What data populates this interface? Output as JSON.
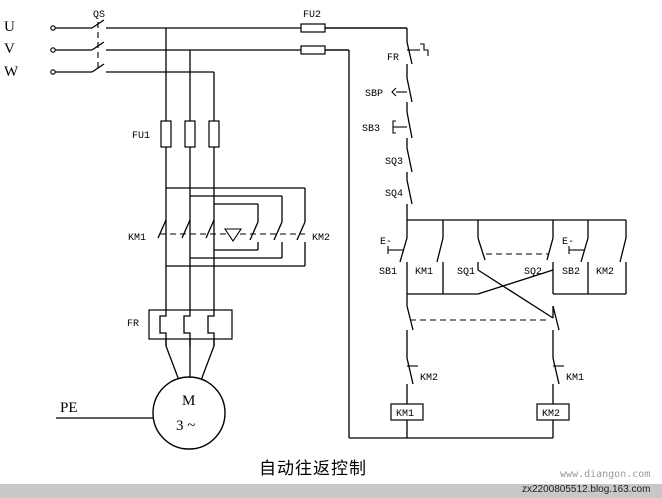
{
  "terminals": [
    "U",
    "V",
    "W"
  ],
  "labels": {
    "qs": "QS",
    "fu2": "FU2",
    "fu1": "FU1",
    "km1": "KM1",
    "km2": "KM2",
    "fr": "FR",
    "pe": "PE",
    "motor_m": "M",
    "motor_3": "3 ~",
    "ctl_fr": "FR",
    "sbp": "SBP",
    "sb3": "SB3",
    "sq3": "SQ3",
    "sq4": "SQ4",
    "sb1": "SB1",
    "sq1": "SQ1",
    "sq2": "SQ2",
    "sb2": "SB2",
    "km1_hold": "KM1",
    "km2_hold": "KM2",
    "km2_interlock": "KM2",
    "km1_interlock": "KM1",
    "coil1": "KM1",
    "coil2": "KM2"
  },
  "caption": "自动往返控制",
  "watermark": {
    "site": "www.diangon.com",
    "blog": "zx2200805512.blog.163.com"
  }
}
